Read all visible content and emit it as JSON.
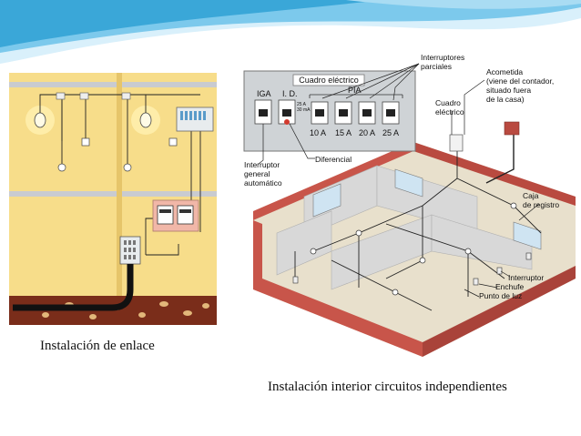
{
  "captions": {
    "left": "Instalación de enlace",
    "right": "Instalación interior circuitos independientes"
  },
  "panel": {
    "title": "Cuadro eléctrico",
    "iga": "IGA",
    "id": "I. D.",
    "id_rating_a": "25 A",
    "id_rating_ma": "30 mA",
    "pia": "PIA",
    "ratings": [
      "10 A",
      "15 A",
      "20 A",
      "25 A"
    ]
  },
  "labels": {
    "interruptores_parciales": [
      "Interruptores",
      "parciales"
    ],
    "acometida": [
      "Acometida",
      "(viene del contador,",
      "situado fuera",
      "de la casa)"
    ],
    "cuadro_electrico": [
      "Cuadro",
      "eléctrico"
    ],
    "interruptor_general": [
      "Interruptor",
      "general",
      "automático"
    ],
    "diferencial": "Diferencial",
    "caja_registro": [
      "Caja",
      "de registro"
    ],
    "interruptor": "Interruptor",
    "enchufe": "Enchufe",
    "punto_luz": "Punto de luz"
  },
  "colors": {
    "wall_yellow": "#f7dd8a",
    "house_red": "#c8554a",
    "house_floor": "#e8e0cc",
    "wave_blue": "#3aa7d8",
    "panel_gray": "#cfd3d6"
  }
}
